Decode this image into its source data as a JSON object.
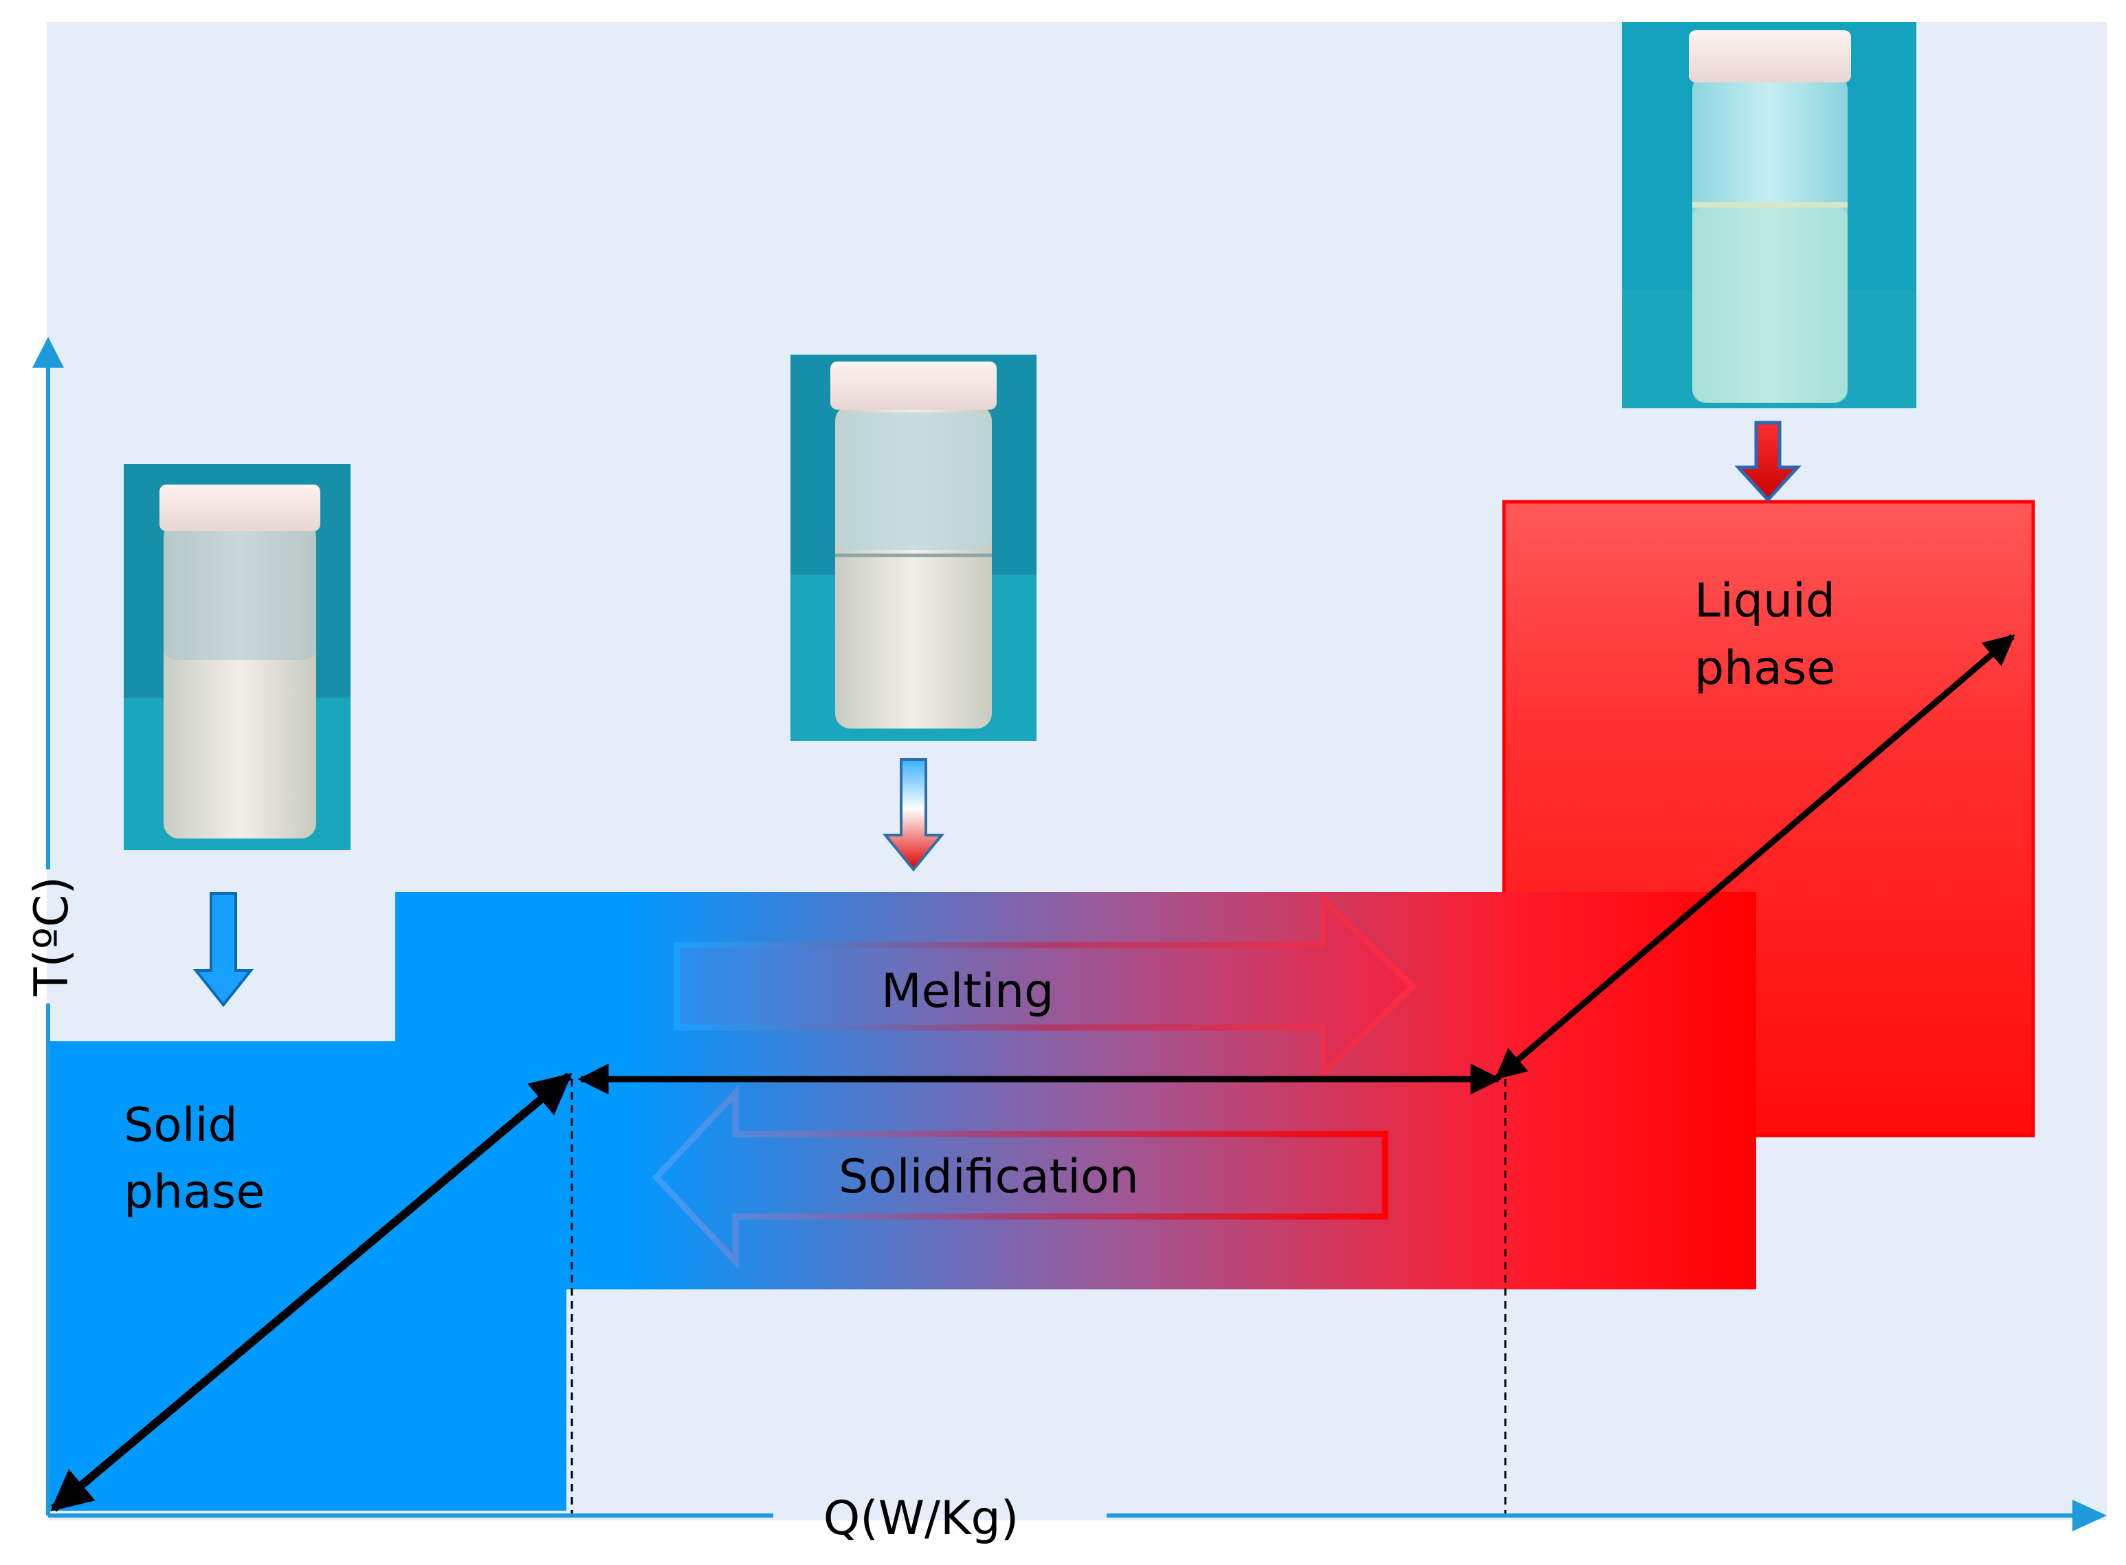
{
  "axes": {
    "y_label": "T(ºC)",
    "x_label": "Q(W/Kg)"
  },
  "regions": {
    "solid": {
      "line1": "Solid",
      "line2": "phase"
    },
    "liquid": {
      "line1": "Liquid",
      "line2": "phase"
    }
  },
  "processes": {
    "melting": "Melting",
    "solidification": "Solidification"
  },
  "photos": [
    {
      "name": "solid-sample-photo",
      "state": "solid"
    },
    {
      "name": "melting-sample-photo",
      "state": "transition"
    },
    {
      "name": "liquid-sample-photo",
      "state": "liquid"
    }
  ],
  "colors": {
    "background": "#e4edf8",
    "axis": "#1e9bdc",
    "solid": "#0099ff",
    "liquid": "#ff2020",
    "photo_backdrop": "#1aa6bc",
    "black": "#000000"
  }
}
